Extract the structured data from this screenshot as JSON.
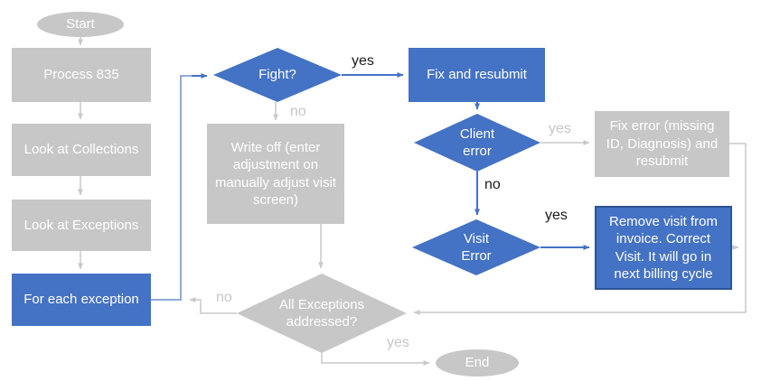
{
  "colors": {
    "accent_blue": "#4472C4",
    "blue_border": "#2E5395",
    "blue_light": "#8FAADC",
    "gray_fill": "#C7C7C7",
    "gray_line": "#C9C9C9",
    "edge_label_dark": "#1A1A1A",
    "edge_label_gray": "#C6C6C6",
    "node_text": "#FFFFFF"
  },
  "nodes": {
    "start": {
      "label": "Start",
      "type": "terminator"
    },
    "process_835": {
      "label": "Process 835",
      "type": "process"
    },
    "look_collections": {
      "label": "Look at Collections",
      "type": "process"
    },
    "look_exceptions": {
      "label": "Look at Exceptions",
      "type": "process"
    },
    "for_each_exception": {
      "label": "For each exception",
      "type": "process"
    },
    "fight": {
      "label": "Fight?",
      "type": "decision"
    },
    "write_off": {
      "label": "Write off (enter adjustment on manually adjust visit screen)",
      "type": "process"
    },
    "fix_resubmit": {
      "label": "Fix and resubmit",
      "type": "process"
    },
    "client_error": {
      "label": "Client error",
      "type": "decision"
    },
    "fix_error": {
      "label": "Fix error (missing ID, Diagnosis) and resubmit",
      "type": "process"
    },
    "visit_error": {
      "label": "Visit Error",
      "type": "decision"
    },
    "remove_visit": {
      "label": "Remove visit from invoice. Correct Visit. It will go in next billing cycle",
      "type": "process"
    },
    "all_exceptions": {
      "label": "All Exceptions addressed?",
      "type": "decision"
    },
    "end": {
      "label": "End",
      "type": "terminator"
    }
  },
  "edge_labels": {
    "fight_yes": "yes",
    "fight_no": "no",
    "client_yes": "yes",
    "client_no": "no",
    "visit_yes": "yes",
    "all_no": "no",
    "all_yes": "yes"
  }
}
